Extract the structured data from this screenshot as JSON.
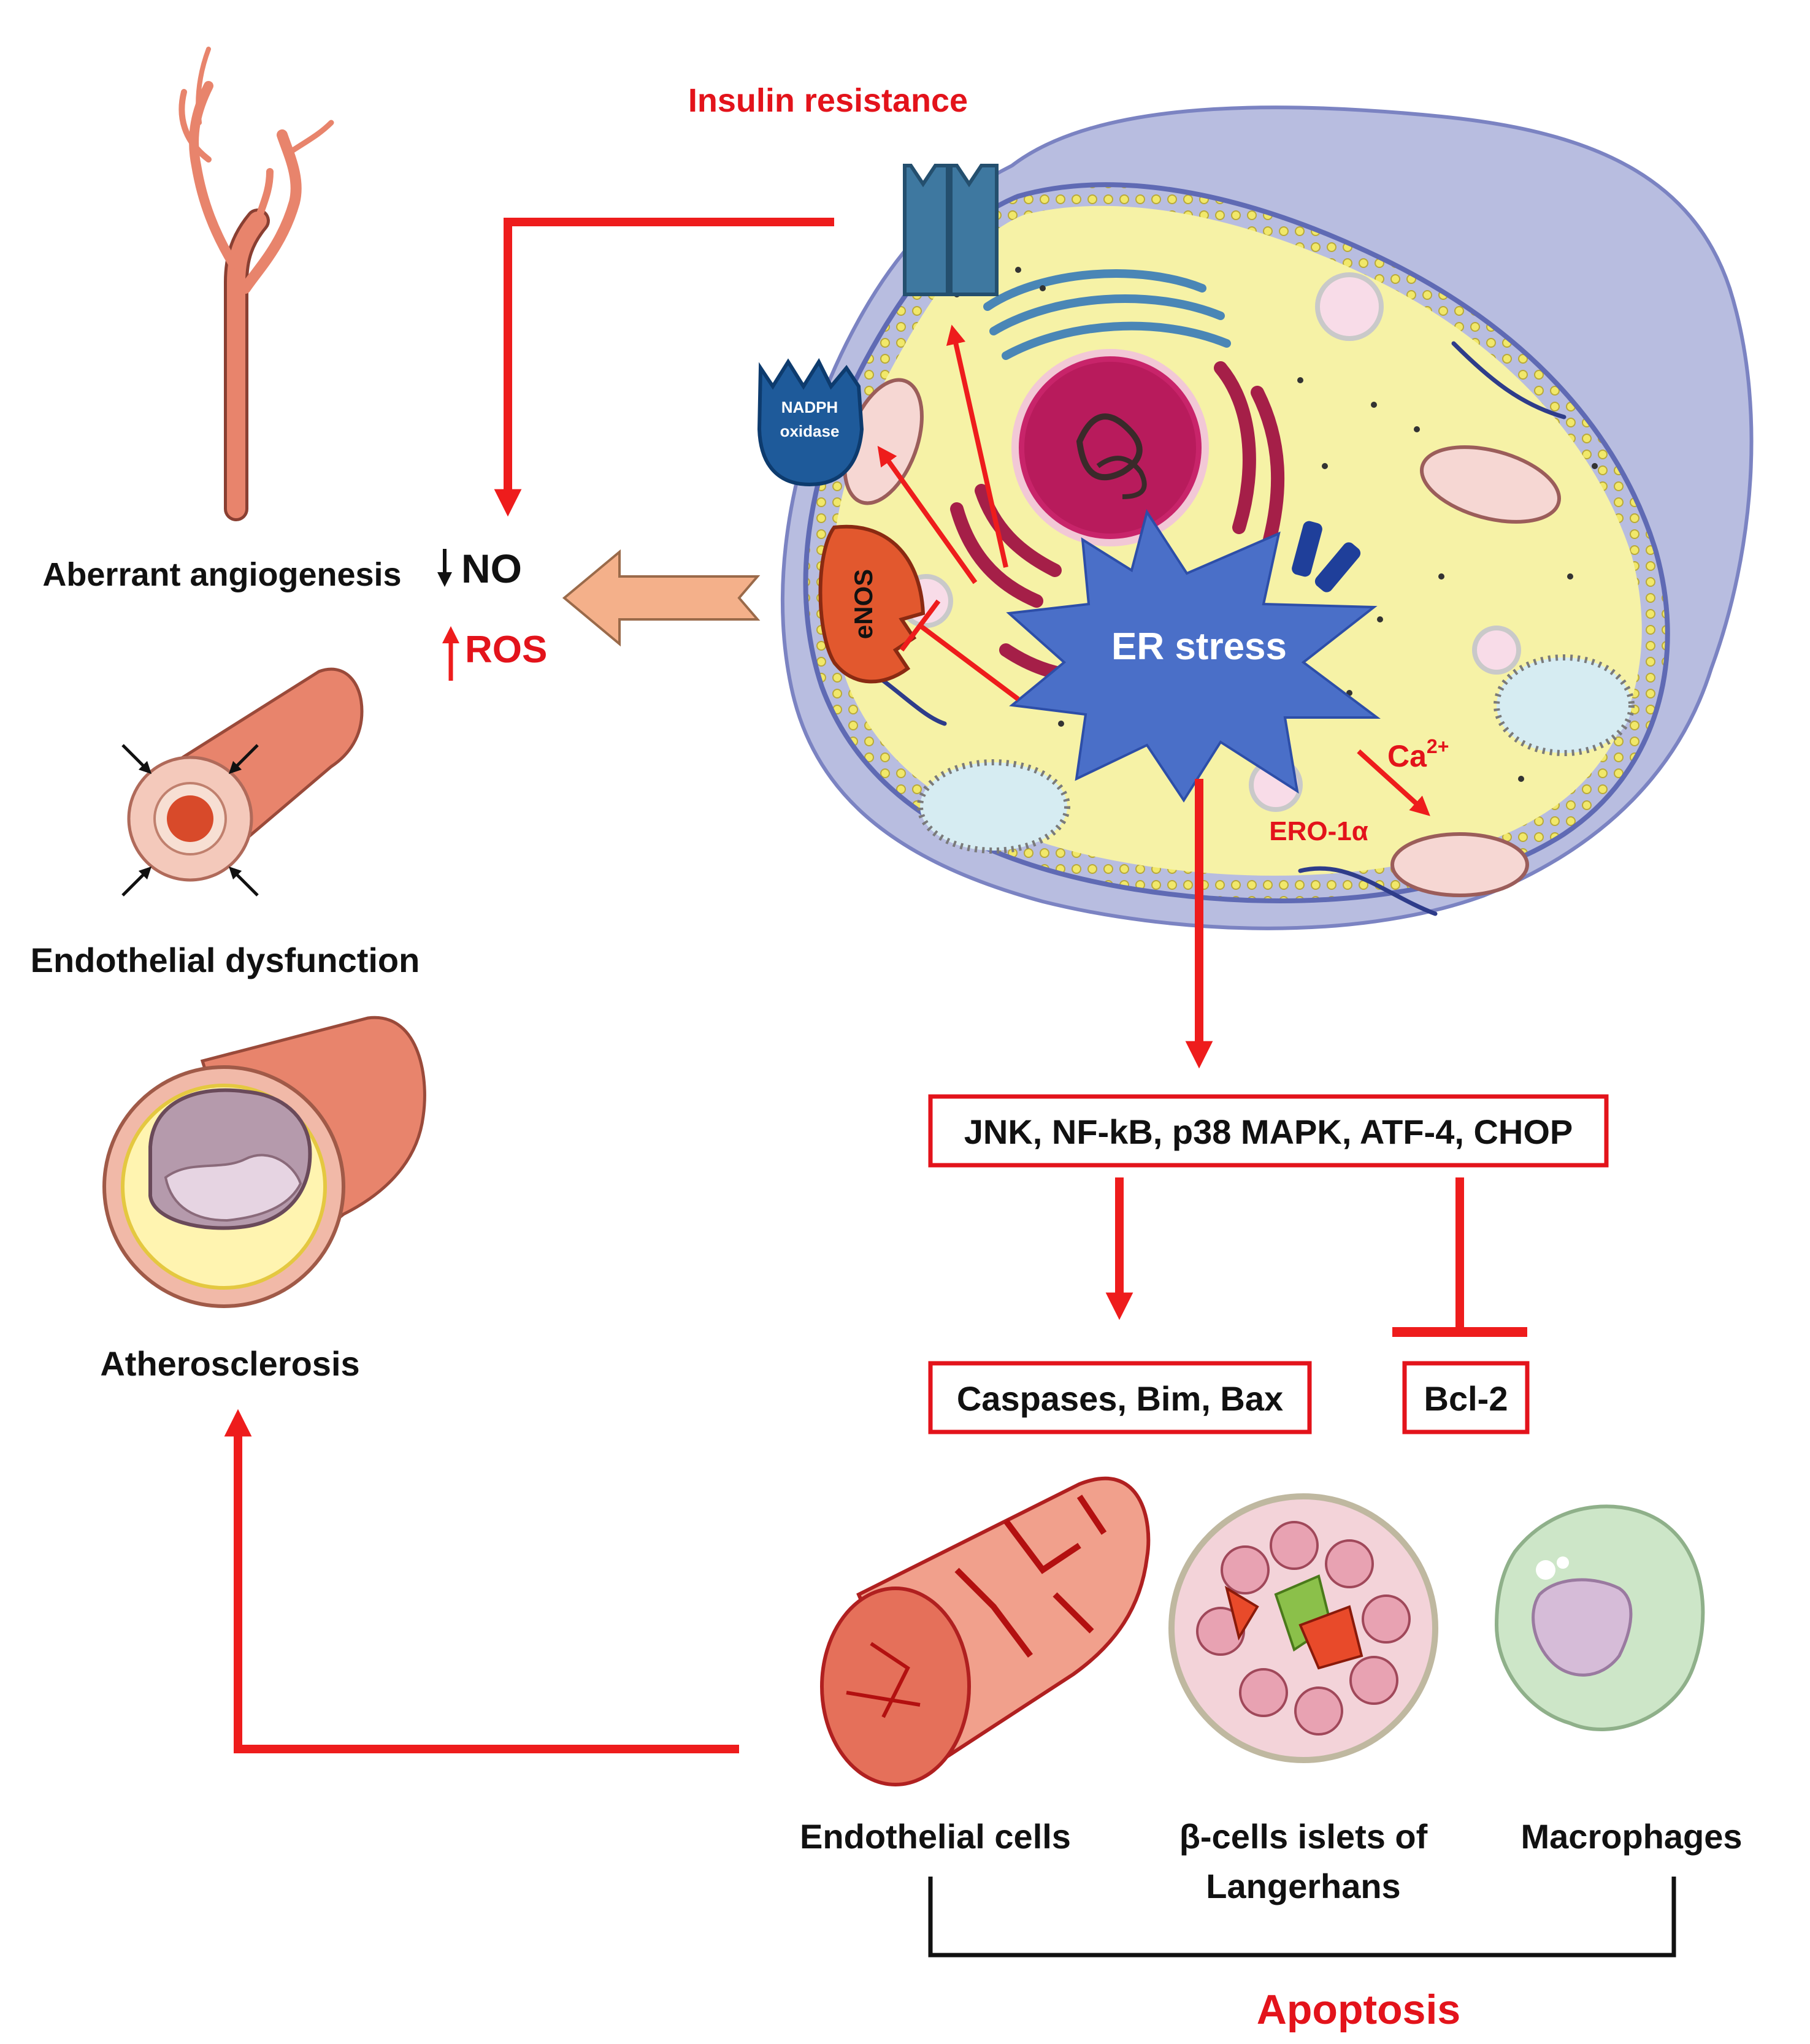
{
  "labels": {
    "insulin_resistance": "Insulin resistance",
    "nadph_line1": "NADPH",
    "nadph_line2": "oxidase",
    "enos": "eNOS",
    "er_stress": "ER stress",
    "ca": "Ca",
    "ca_charge": "2+",
    "ero": "ERO-1α",
    "aberrant_angiogenesis": "Aberrant angiogenesis",
    "no": "NO",
    "ros": "ROS",
    "endothelial_dysfunction": "Endothelial dysfunction",
    "atherosclerosis": "Atherosclerosis",
    "signaling_box": "JNK, NF-kB, p38 MAPK, ATF-4, CHOP",
    "caspases_box": "Caspases, Bim, Bax",
    "bcl2_box": "Bcl-2",
    "endothelial_cells": "Endothelial cells",
    "beta_line1": "β-cells islets of",
    "beta_line2": "Langerhans",
    "macrophages": "Macrophages",
    "apoptosis": "Apoptosis"
  },
  "colors": {
    "arrow_red": "#ee1c1c",
    "label_red": "#e3131b",
    "text_black": "#111111",
    "cytoplasm": "#f6f2a6",
    "nucleus_area": "#dcdcf0",
    "er_star": "#4a6fc8",
    "receptor": "#3e78a0",
    "vessel": "#e8846c",
    "macrophage": "#cde6c8",
    "big_arrow": "#f4b08a"
  },
  "icons": [
    "insulin-receptor-icon",
    "nadph-oxidase-icon",
    "enos-icon",
    "blood-vessel-icon",
    "artery-icon",
    "atherosclerotic-artery-icon",
    "endothelium-tube-icon",
    "islet-icon",
    "macrophage-icon"
  ]
}
